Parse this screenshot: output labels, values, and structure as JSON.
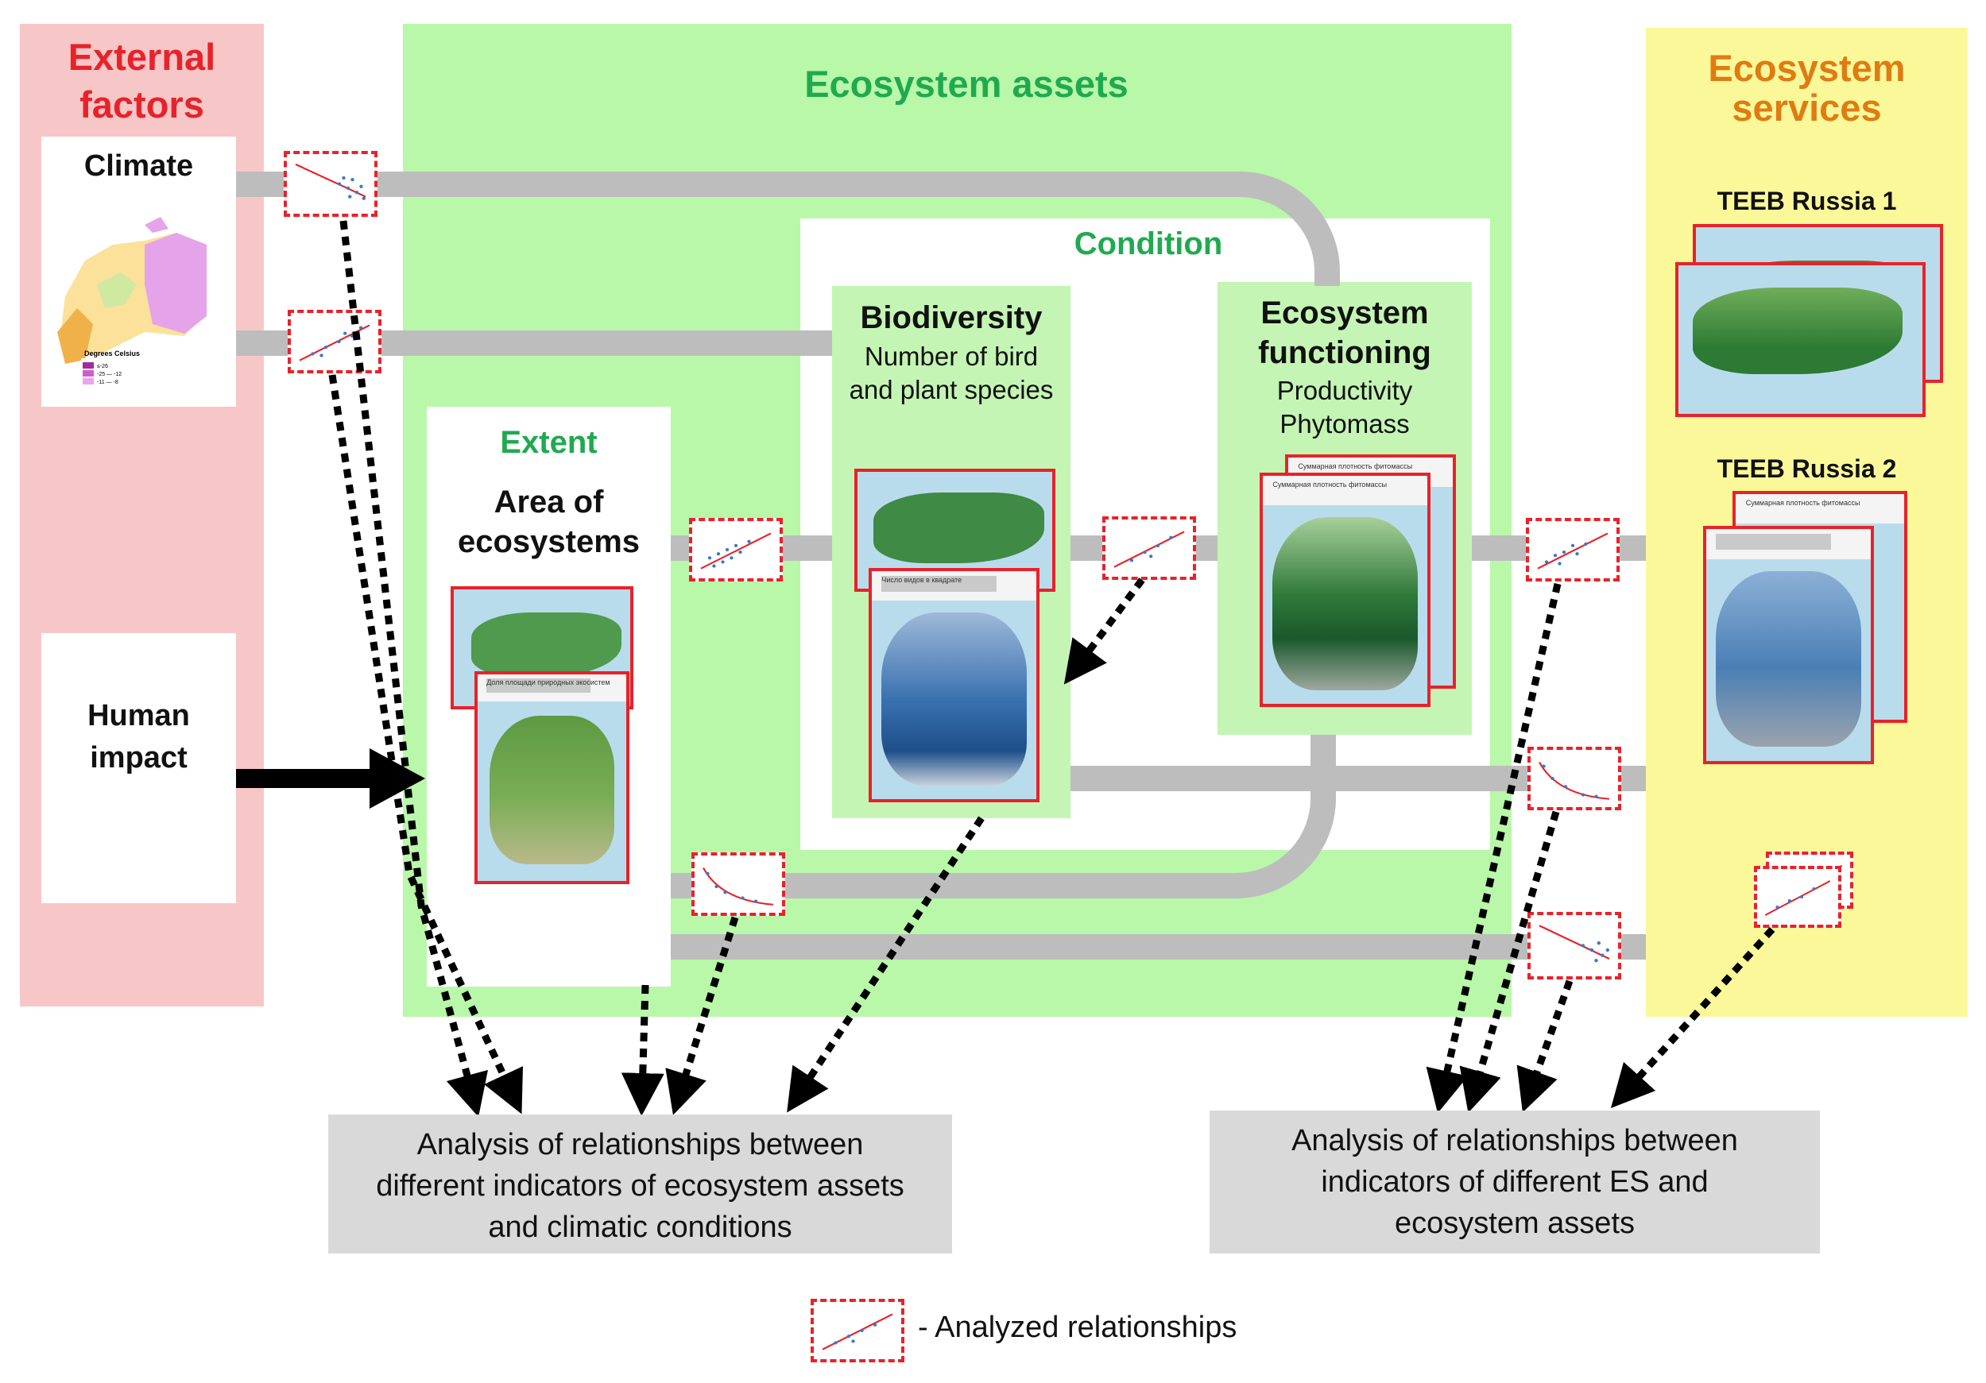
{
  "external": {
    "title": "External factors",
    "climate_label": "Climate",
    "human_label": "Human impact",
    "map_legend_title": "Degrees Celsius",
    "map_legend_items": [
      "≤-26",
      "-25 — -12",
      "-11 — -8"
    ]
  },
  "assets": {
    "title": "Ecosystem assets"
  },
  "condition": {
    "title": "Condition"
  },
  "extent": {
    "title": "Extent",
    "line1": "Area of",
    "line2": "ecosystems"
  },
  "biodiversity": {
    "title": "Biodiversity",
    "line1": "Number  of bird",
    "line2": "and plant species",
    "map_caption": "Число видов в квадрате"
  },
  "functioning": {
    "title1": "Ecosystem",
    "title2": "functioning",
    "line1": "Productivity",
    "line2": "Phytomass",
    "map_caption": "Суммарная плотность фитомассы"
  },
  "extent_map": {
    "map_caption": "Доля площади природных экосистем"
  },
  "services": {
    "title1": "Ecosystem",
    "title2": "services",
    "teeb1": "TEEB Russia 1",
    "teeb2": "TEEB Russia 2",
    "map_caption": "Суммарная плотность фитомассы"
  },
  "analysis_left": {
    "line1": "Analysis of relationships between",
    "line2": "different indicators of ecosystem assets",
    "line3": "and climatic conditions"
  },
  "analysis_right": {
    "line1": "Analysis of relationships between",
    "line2": "indicators of different ES and",
    "line3": "ecosystem assets"
  },
  "legend": {
    "label": "- Analyzed relationships"
  },
  "colors": {
    "external_bg": "#f7c7c7",
    "external_title": "#e8222a",
    "assets_bg": "#b9f7a9",
    "assets_title": "#1faa4f",
    "services_bg": "#fbf89a",
    "services_title": "#e07b12",
    "wire": "#bdbdbd",
    "frame": "#e8222a",
    "analysis_bg": "#d9d9d9"
  }
}
